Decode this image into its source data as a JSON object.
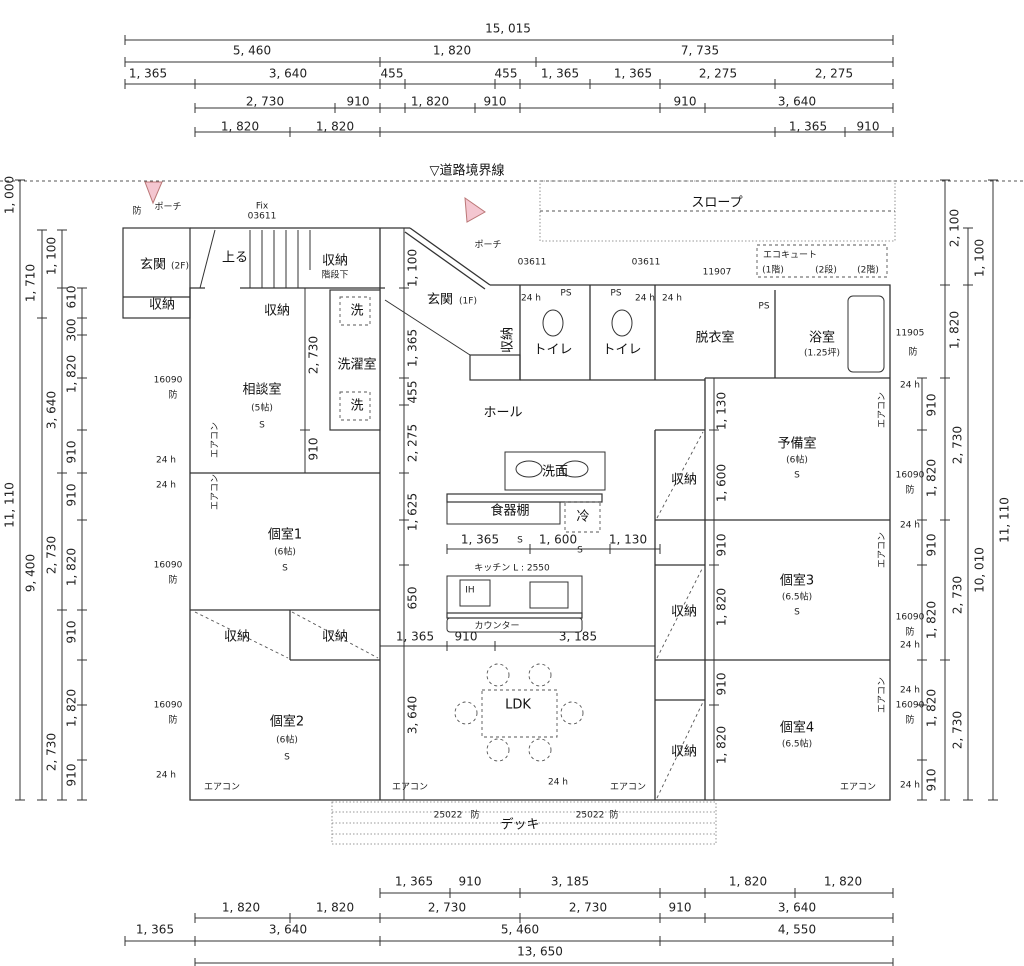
{
  "road_boundary": "▽道路境界線",
  "dims_top": [
    "15, 015",
    "5, 460",
    "1, 820",
    "7, 735",
    "1, 365",
    "3, 640",
    "455",
    "455",
    "1, 365",
    "1, 365",
    "2, 275",
    "2, 275",
    "2, 730",
    "910",
    "1, 820",
    "910",
    "910",
    "3, 640",
    "1, 820",
    "1, 820",
    "1, 365",
    "910"
  ],
  "dims_left": [
    "1, 000",
    "11, 110",
    "1, 710",
    "9, 400",
    "1, 100",
    "3, 640",
    "2, 730",
    "2, 730",
    "610",
    "300",
    "1, 820",
    "910",
    "910",
    "1, 820",
    "910",
    "1, 820",
    "910"
  ],
  "dims_right": [
    "2, 100",
    "1, 100",
    "1, 820",
    "910",
    "2, 730",
    "1, 820",
    "910",
    "10, 010",
    "11, 110",
    "2, 730",
    "1, 820",
    "1, 820",
    "2, 730",
    "910"
  ],
  "dims_bottom": [
    "1, 365",
    "910",
    "3, 185",
    "1, 820",
    "1, 820",
    "1, 820",
    "1, 820",
    "2, 730",
    "2, 730",
    "910",
    "3, 640",
    "1, 365",
    "3, 640",
    "5, 460",
    "4, 550",
    "13, 650"
  ],
  "dims_inner": [
    "1, 100",
    "1, 365",
    "455",
    "2, 275",
    "1, 625",
    "650",
    "3, 640",
    "2, 730",
    "910",
    "1, 130",
    "1, 600",
    "910",
    "1, 820",
    "910",
    "1, 820",
    "1, 365",
    "1, 600",
    "1, 130",
    "1, 365",
    "910",
    "3, 185"
  ],
  "rooms": [
    "玄関",
    "(2F)",
    "収納",
    "上る",
    "収納",
    "階段下",
    "収納",
    "洗",
    "洗濯室",
    "洗",
    "相談室",
    "(5帖)",
    "玄関",
    "(1F)",
    "収納",
    "トイレ",
    "トイレ",
    "脱衣室",
    "浴室",
    "(1.25坪)",
    "ホール",
    "洗面",
    "食器棚",
    "冷",
    "予備室",
    "(6帖)",
    "収納",
    "個室1",
    "(6帖)",
    "キッチン L : 2550",
    "IH",
    "カウンター",
    "収納",
    "個室3",
    "(6.5帖)",
    "収納",
    "収納",
    "LDK",
    "個室2",
    "(6帖)",
    "収納",
    "個室4",
    "(6.5帖)",
    "デッキ",
    "スロープ"
  ],
  "annotations": [
    "ポーチ",
    "ポーチ",
    "Fix",
    "03611",
    "03611",
    "03611",
    "11907",
    "エコキュート",
    "(1階)",
    "(2段)",
    "(2階)",
    "PS",
    "PS",
    "PS",
    "11905",
    "16090",
    "16090",
    "16090",
    "16090",
    "16090",
    "16090",
    "24 h",
    "24 h",
    "24 h",
    "24 h",
    "24 h",
    "24 h",
    "24 h",
    "24 h",
    "24 h",
    "24 h",
    "24 h",
    "24 h",
    "25022",
    "25022",
    "防",
    "防",
    "防",
    "防",
    "防",
    "防",
    "防",
    "防",
    "防",
    "防",
    "S",
    "S",
    "S",
    "S",
    "S",
    "S",
    "S",
    "エアコン",
    "エアコン",
    "エアコン",
    "エアコン",
    "エアコン",
    "エアコン",
    "エアコン",
    "エアコン",
    "エアコン"
  ],
  "colors": {
    "entrance_marker": "#f4c6d0",
    "line": "#333333"
  }
}
